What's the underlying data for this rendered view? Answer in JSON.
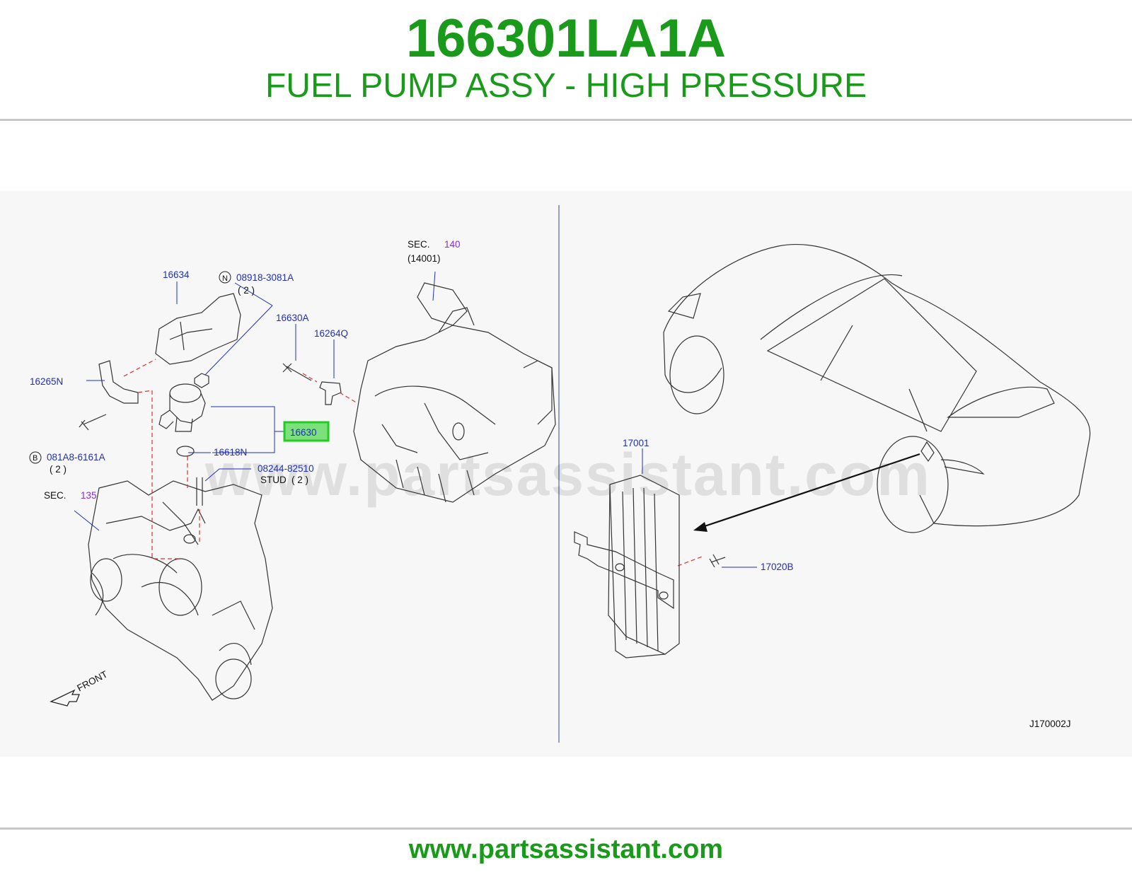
{
  "header": {
    "part_number": "166301LA1A",
    "part_name": "FUEL PUMP ASSY - HIGH PRESSURE"
  },
  "diagram": {
    "watermark": "www.partsassistant.com",
    "code": "J170002J",
    "labels": {
      "sec_140": "SEC.",
      "sec_140_num": "140",
      "sec_140_sub": "(14001)",
      "p16634": "16634",
      "n_circle": "N",
      "p08918": "08918-3081A",
      "p08918_qty": "( 2 )",
      "p16630A": "16630A",
      "p16264Q": "16264Q",
      "p16265N": "16265N",
      "p16630": "16630",
      "p16618N": "16618N",
      "b_circle": "B",
      "p081A8": "081A8-6161A",
      "p081A8_qty": "( 2 )",
      "p08244": "08244-82510",
      "stud": "STUD",
      "stud_qty": "( 2 )",
      "sec_135": "SEC.",
      "sec_135_num": "135",
      "front": "FRONT",
      "p17001": "17001",
      "p17020B": "17020B"
    },
    "colors": {
      "label_blue": "#1f2fb8",
      "section_purple": "#8a2bd2",
      "highlight_green": "#22cc22",
      "highlight_fill": "#7ce07c",
      "leader_red": "#e03030"
    }
  },
  "footer": {
    "url": "www.partsassistant.com"
  }
}
